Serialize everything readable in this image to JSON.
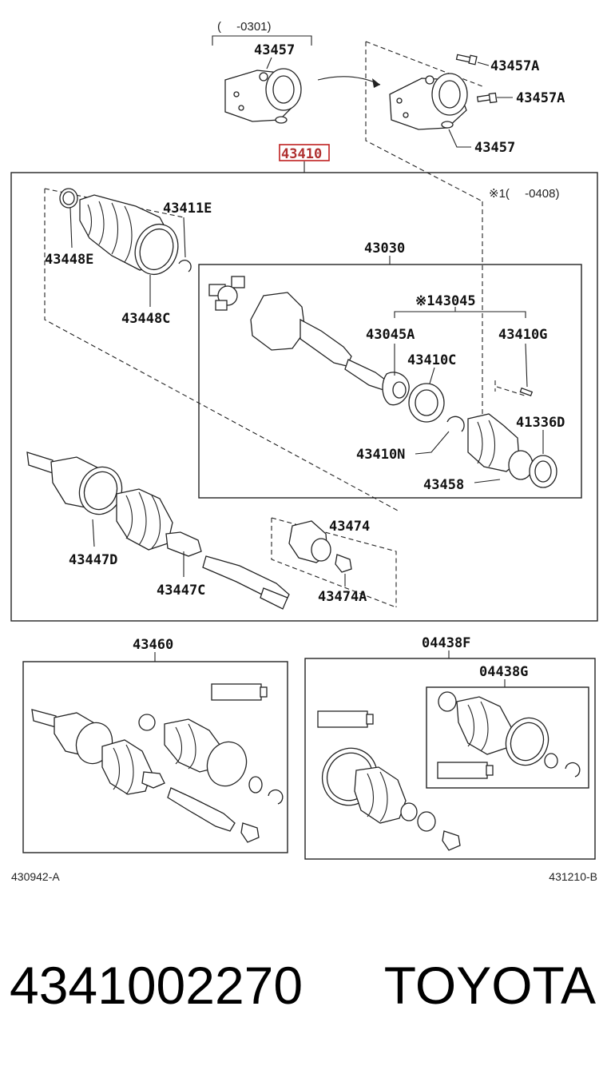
{
  "diagram": {
    "bracket": {
      "range_note": "(　 -0301)",
      "code_old": "43457",
      "code_new": "43457",
      "bolt_upper": "43457A",
      "bolt_lower": "43457A"
    },
    "assembly": {
      "code": "43410",
      "note": "※1(　 -0408)"
    },
    "outer_boot_group": {
      "clamp_small": "43448E",
      "clamp_large": "43448C",
      "snap_ring": "43411E"
    },
    "inboard_box": {
      "code": "43030",
      "kit": "※143045",
      "seal": "43045A",
      "bearing": "43410C",
      "pin": "43410G",
      "ring": "43410N",
      "boot": "41336D",
      "clamp": "43458"
    },
    "shaft_group": {
      "boot_large": "43447D",
      "boot_small": "43447C",
      "damper": "43474",
      "damper_clamp": "43474A"
    },
    "kits": {
      "left_kit": "43460",
      "right_kit": "04438F",
      "right_inner_kit": "04438G"
    },
    "ref_left": "430942-A",
    "ref_right": "431210-B"
  },
  "footer": {
    "part_number": "4341002270",
    "brand": "TOYOTA"
  }
}
